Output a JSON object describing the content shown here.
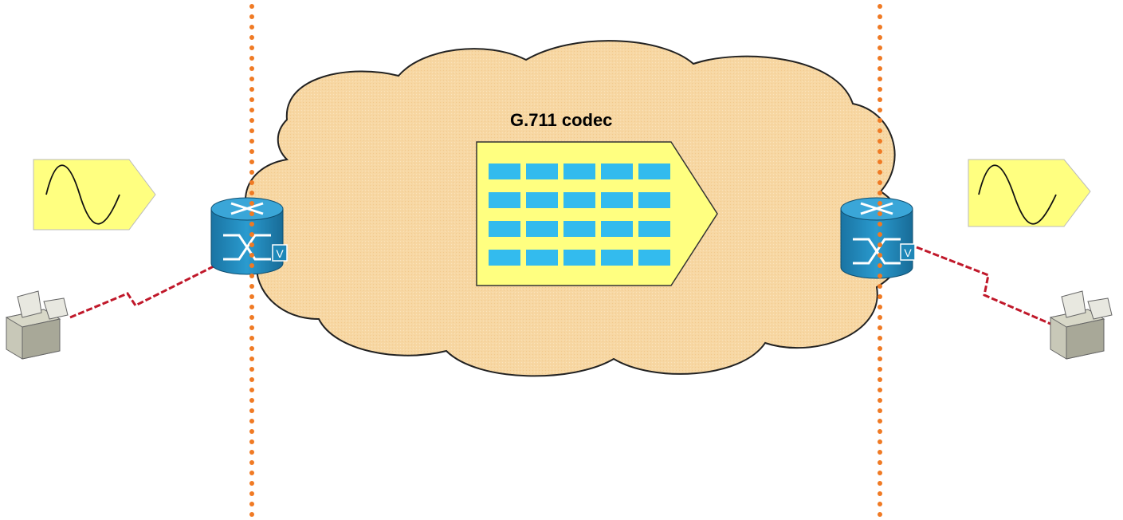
{
  "diagram": {
    "codec_label": "G.711 codec",
    "left_router": {
      "badge": "V"
    },
    "right_router": {
      "badge": "V"
    },
    "colors": {
      "cloud_fill": "#f7d7a3",
      "cloud_stroke": "#222222",
      "packet_fill": "#ffff80",
      "cell_fill": "#33bbee",
      "signal_fill": "#ffff80",
      "router_fill": "#1e87b8",
      "boundary": "#f07a24",
      "link": "#c0182a"
    }
  }
}
